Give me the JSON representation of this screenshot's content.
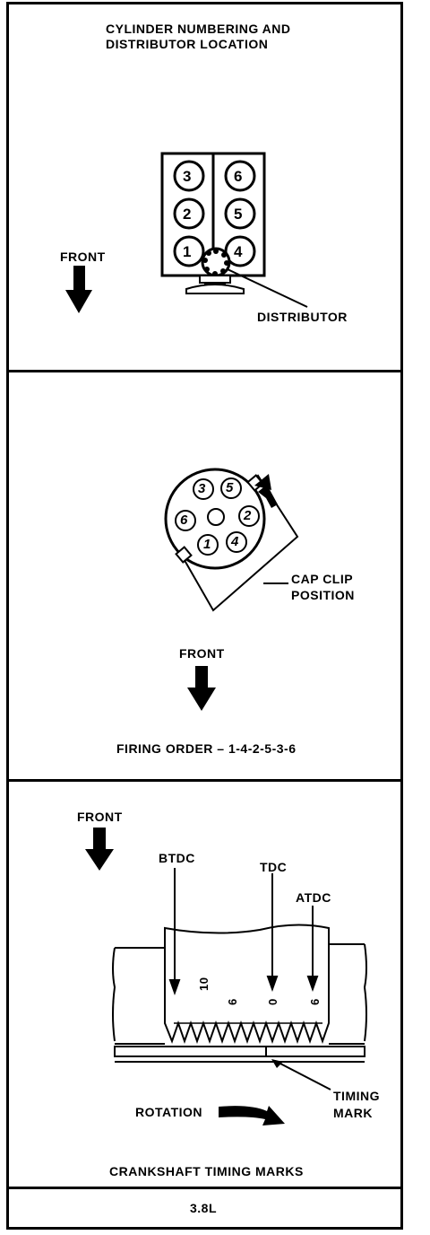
{
  "panel1": {
    "title_line1": "CYLINDER NUMBERING AND",
    "title_line2": "DISTRIBUTOR LOCATION",
    "front_label": "FRONT",
    "distributor_label": "DISTRIBUTOR",
    "left_bank": [
      "3",
      "2",
      "1"
    ],
    "right_bank": [
      "6",
      "5",
      "4"
    ]
  },
  "panel2": {
    "cap_numbers": [
      "3",
      "5",
      "6",
      "2",
      "1",
      "4"
    ],
    "cap_clip_line1": "CAP CLIP",
    "cap_clip_line2": "POSITION",
    "front_label": "FRONT",
    "firing_order": "FIRING ORDER – 1-4-2-5-3-6"
  },
  "panel3": {
    "front_label": "FRONT",
    "btdc_label": "BTDC",
    "tdc_label": "TDC",
    "atdc_label": "ATDC",
    "scale_values": [
      "10",
      "6",
      "0",
      "6"
    ],
    "rotation_label": "ROTATION",
    "timing_mark_line1": "TIMING",
    "timing_mark_line2": "MARK",
    "title": "CRANKSHAFT TIMING MARKS"
  },
  "footer": {
    "engine_label": "3.8L"
  }
}
